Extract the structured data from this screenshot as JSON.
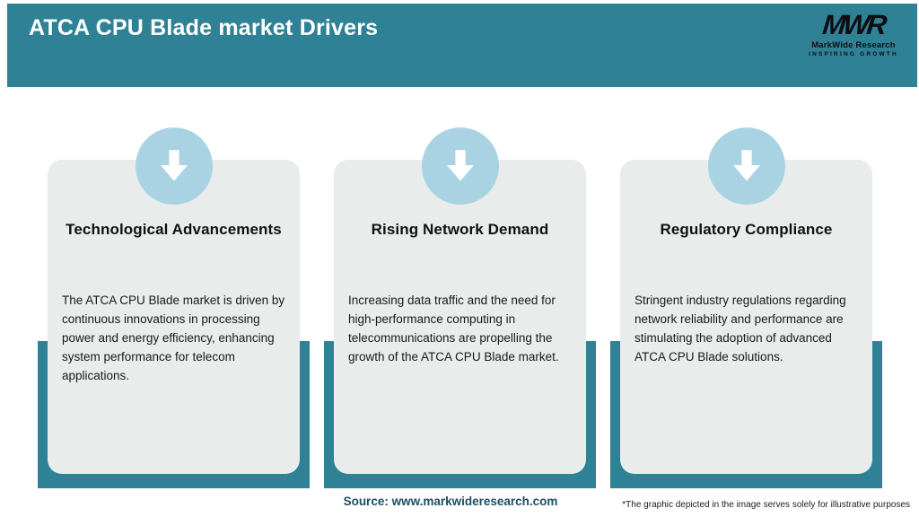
{
  "header": {
    "title": "ATCA CPU Blade market Drivers",
    "logo": {
      "acronym": "MWR",
      "name": "MarkWide Research",
      "tagline": "INSPIRING GROWTH"
    }
  },
  "cards": [
    {
      "icon": "down-arrow-icon",
      "title": "Technological Advancements",
      "body": "The ATCA CPU Blade market is driven by continuous innovations in processing power and energy efficiency, enhancing system performance for telecom applications."
    },
    {
      "icon": "down-arrow-icon",
      "title": "Rising Network Demand",
      "body": "Increasing data traffic and the need for high-performance computing in telecommunications are propelling the growth of the ATCA CPU Blade market."
    },
    {
      "icon": "down-arrow-icon",
      "title": "Regulatory Compliance",
      "body": "Stringent industry regulations regarding network reliability and performance are stimulating the adoption of advanced ATCA CPU Blade solutions."
    }
  ],
  "footer": {
    "source": "Source: www.markwideresearch.com",
    "disclaimer": "*The graphic depicted in the image serves solely for illustrative purposes"
  },
  "colors": {
    "accent_teal": "#2f8296",
    "icon_circle_blue": "#a9d3e3",
    "card_background": "#e8eceb",
    "source_text": "#1d4e63"
  }
}
